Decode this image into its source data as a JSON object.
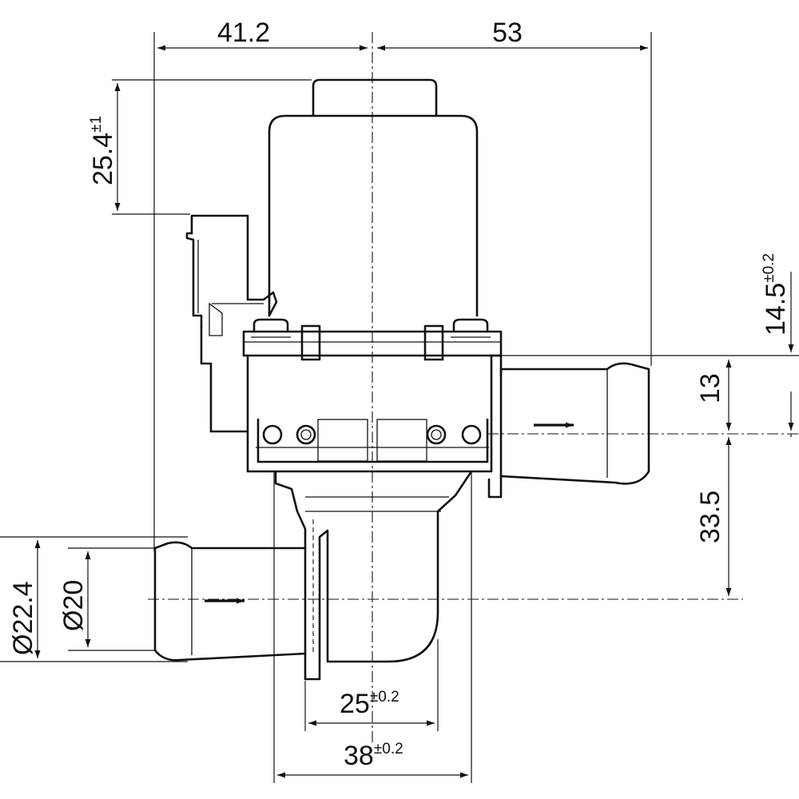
{
  "dimensions": {
    "top_left": "41.2",
    "top_right": "53",
    "height_top": "25.4",
    "height_top_tol": "±1",
    "right_upper": "14.5",
    "right_upper_tol": "±0.2",
    "right_middle": "13",
    "right_lower": "33.5",
    "diameter_outer": "Ø22.4",
    "diameter_inner": "Ø20",
    "bottom_inner": "25",
    "bottom_inner_tol": "±0.2",
    "bottom_outer": "38",
    "bottom_outer_tol": "±0.2"
  },
  "colors": {
    "line": "#111111",
    "background": "#ffffff"
  }
}
